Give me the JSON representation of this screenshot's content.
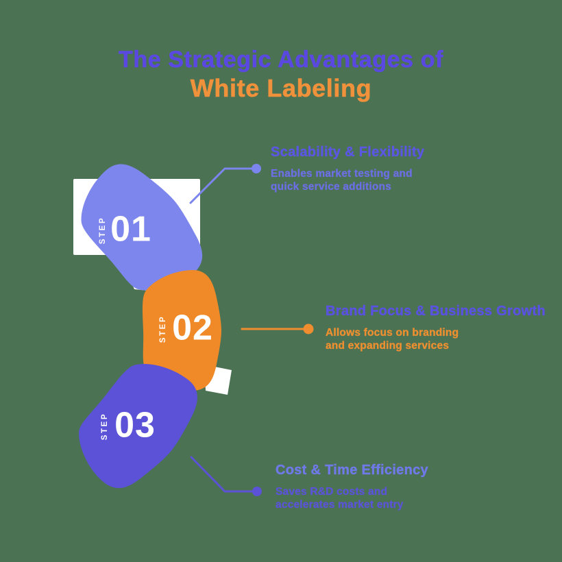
{
  "title": {
    "line1": "The Strategic Advantages of",
    "line2": "White Labeling"
  },
  "steps": [
    {
      "step_label": "STEP",
      "number": "01",
      "heading": "Scalability & Flexibility",
      "body": "Enables market testing and\nquick service additions"
    },
    {
      "step_label": "STEP",
      "number": "02",
      "heading": "Brand Focus & Business Growth",
      "body": "Allows focus on branding\nand expanding services"
    },
    {
      "step_label": "STEP",
      "number": "03",
      "heading": "Cost & Time Efficiency",
      "body": "Saves R&D costs and\naccelerates market entry"
    }
  ],
  "colors": {
    "background": "#4C7254",
    "step1_fill": "#7C86EC",
    "step2_fill": "#F08A28",
    "step3_fill": "#5B52D7",
    "connector1": "#7B85ED",
    "connector2": "#EF8D2F",
    "connector3": "#5B52D7",
    "title_line1": "#5A49E0",
    "title_line2": "#F0913B",
    "heading1": "#5B57E2",
    "body1": "#6C6FE3",
    "heading2": "#5A52E0",
    "body2": "#EF9030",
    "heading3": "#6F79E8",
    "body3": "#5B54D8",
    "backing_white": "#FFFFFF"
  }
}
